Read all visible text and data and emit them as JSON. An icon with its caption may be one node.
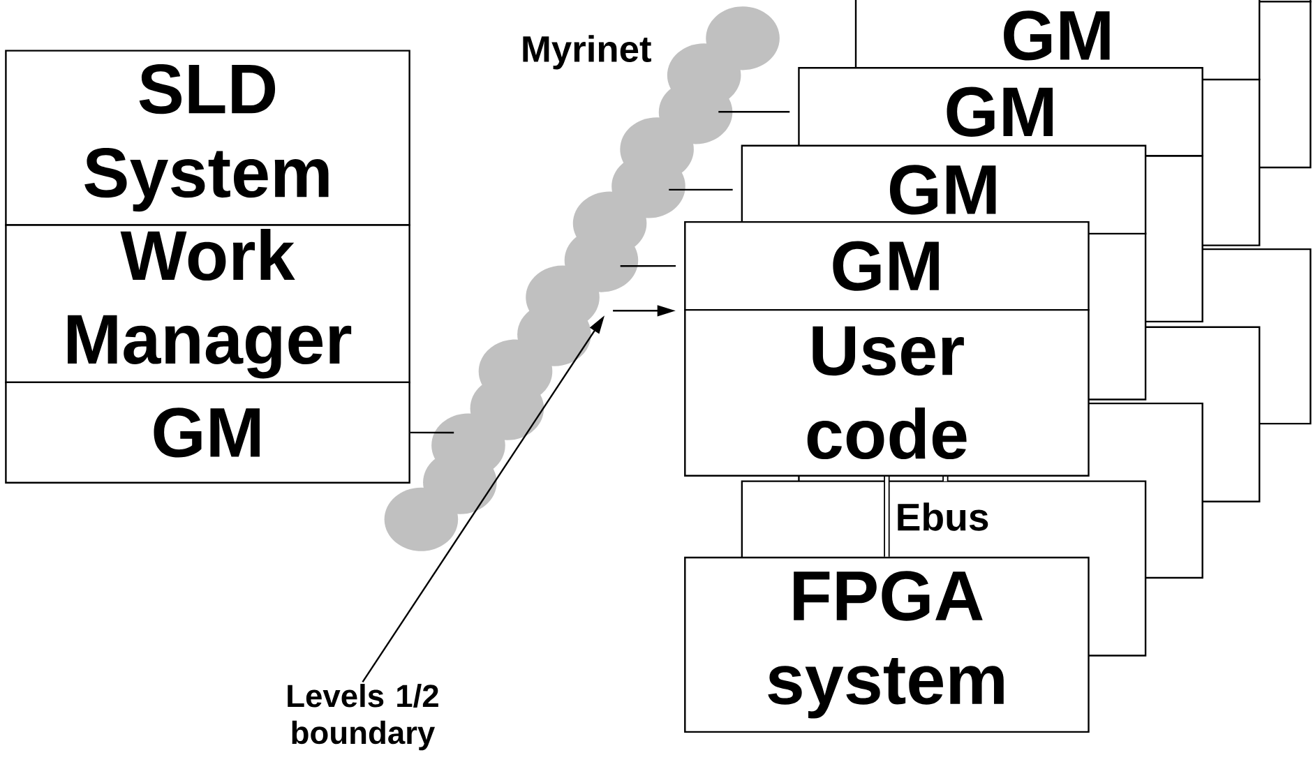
{
  "diagram": {
    "nodes": [
      {
        "text": [
          "SLD System"
        ]
      },
      {
        "text": [
          "Work Manager"
        ]
      },
      {
        "text": [
          "GM"
        ]
      },
      {
        "text": [
          "Myrinet"
        ]
      },
      {
        "text": [
          "GM"
        ]
      },
      {
        "text": [
          "GM"
        ]
      },
      {
        "text": [
          "GM"
        ]
      },
      {
        "text": [
          "GM"
        ]
      },
      {
        "text": [
          "User code"
        ]
      },
      {
        "text": [
          "FPGA system"
        ]
      },
      {
        "text": [
          "Levels 1/2 boundary"
        ]
      }
    ],
    "edges": [
      {
        "from": 2,
        "to": 3,
        "arrow": "none"
      },
      {
        "from": 3,
        "to": 7,
        "arrow": "none"
      },
      {
        "from": 3,
        "to": 6,
        "arrow": "none"
      },
      {
        "from": 3,
        "to": 5,
        "arrow": "none"
      },
      {
        "from": 8,
        "to": 9,
        "arrow": "none",
        "label": "Ebus",
        "style": "thick"
      },
      {
        "from": 10,
        "to": 3,
        "arrow": "to"
      },
      {
        "from": 3,
        "to": 8,
        "arrow": "to"
      }
    ]
  }
}
